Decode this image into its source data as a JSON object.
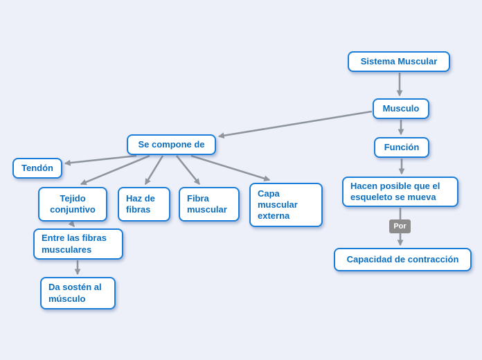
{
  "title": "Sistema Muscular",
  "colors": {
    "background": "#edf0f9",
    "node_border": "#1a7dd7",
    "node_text": "#0a6ebf",
    "node_fill": "#ffffff",
    "arrow": "#8f959e",
    "connector_label_bg": "#8c8c8c",
    "connector_label_text": "#ffffff"
  },
  "nodes": {
    "sistema_muscular": "Sistema Muscular",
    "musculo": "Musculo",
    "funcion": "Función",
    "hacen_posible": "Hacen posible que el esqueleto se mueva",
    "capacidad": "Capacidad de contracción",
    "se_compone": "Se compone de",
    "tendon": "Tendón",
    "tejido_conjuntivo": "Tejido conjuntivo",
    "haz_de_fibras": "Haz de fibras",
    "fibra_muscular": "Fibra muscular",
    "capa_muscular_externa": "Capa muscular externa",
    "entre_las_fibras": "Entre las fibras musculares",
    "da_sosten": "Da sostén al músculo"
  },
  "connector_labels": {
    "por": "Por"
  }
}
